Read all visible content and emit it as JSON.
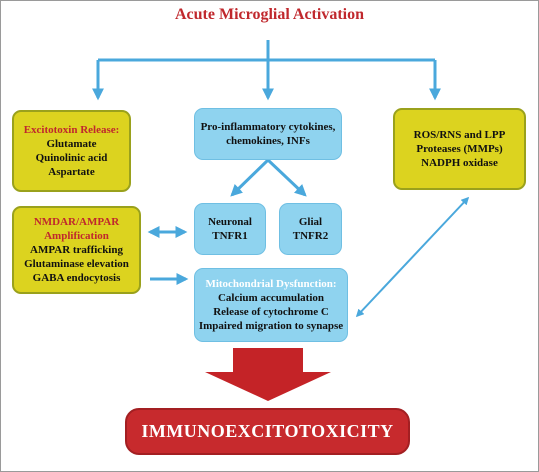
{
  "title": "Acute Microglial Activation",
  "excitotoxin": {
    "heading": "Excitotoxin Release:",
    "items": [
      "Glutamate",
      "Quinolinic acid",
      "Aspartate"
    ]
  },
  "cytokines": {
    "lines": [
      "Pro-inflammatory cytokines,",
      "chemokines, INFs"
    ]
  },
  "ros": {
    "lines": [
      "ROS/RNS and LPP",
      "Proteases (MMPs)",
      "NADPH oxidase"
    ]
  },
  "nmdar": {
    "heading_lines": [
      "NMDAR/AMPAR",
      "Amplification"
    ],
    "items": [
      "AMPAR trafficking",
      "Glutaminase elevation",
      "GABA endocytosis"
    ]
  },
  "neuronal": {
    "lines": [
      "Neuronal",
      "TNFR1"
    ]
  },
  "glial": {
    "lines": [
      "Glial",
      "TNFR2"
    ]
  },
  "mito": {
    "heading": "Mitochondrial Dysfunction:",
    "items": [
      "Calcium accumulation",
      "Release of cytochrome C",
      "Impaired migration to synapse"
    ]
  },
  "outcome": "IMMUNOEXCITOTOXICITY",
  "colors": {
    "title_red": "#c0282d",
    "yellow_box": "#dcd31f",
    "blue_box": "#8fd3ef",
    "arrow_blue": "#4aa8dc",
    "big_arrow_red": "#c42327",
    "outcome_red": "#c72a2d"
  }
}
